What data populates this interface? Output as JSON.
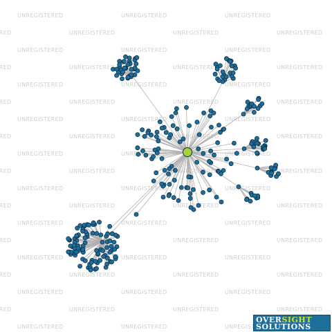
{
  "watermark": {
    "text": "UNREGISTERED"
  },
  "logo": {
    "word1": "OVER",
    "word2": "SIGHT",
    "word3": "SOLUTIONS",
    "accent_color": "#d6e11d",
    "background_color": "#1f6f9c"
  },
  "graph": {
    "center_node_color": "#a6d13d",
    "node_color": "#1f6f9c",
    "node_outline_color": "#0b2f47",
    "edge_color": "#b0b0b0"
  }
}
